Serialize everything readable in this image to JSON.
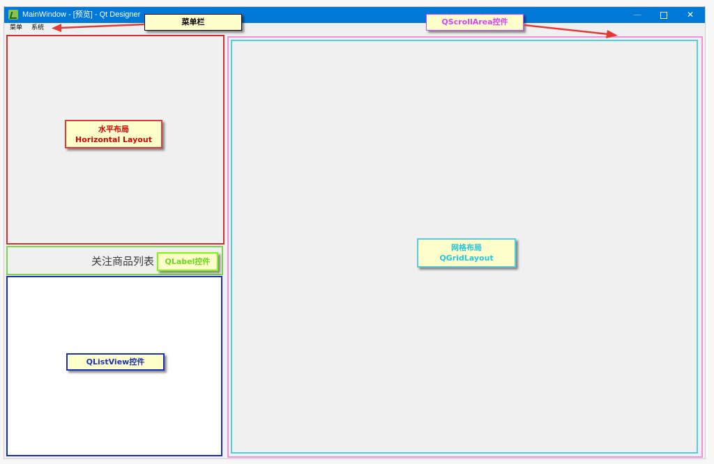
{
  "window": {
    "title": "MainWindow - [预览] - Qt Designer",
    "minimize_glyph": "—",
    "close_glyph": "✕"
  },
  "menubar": {
    "items": [
      {
        "label": "菜单"
      },
      {
        "label": "系统"
      }
    ]
  },
  "label_widget": {
    "text": "关注商品列表"
  },
  "annotations": {
    "menubar": "菜单栏",
    "scroll_area": "QScrollArea控件",
    "horizontal_layout_cn": "水平布局",
    "horizontal_layout_en": "Horizontal Layout",
    "qlabel": "QLabel控件",
    "qlistview": "QListView控件",
    "grid_layout_cn": "网格布局",
    "grid_layout_en": "QGridLayout"
  },
  "colors": {
    "titlebar": "#0078d7",
    "horizontal_layout": "#d32f2f",
    "label": "#7bd34f",
    "listview": "#1a2fb8",
    "scroll_area": "#f48fe0",
    "grid_layout": "#4dd0e1",
    "callout_bg": "#ffffcc",
    "arrow": "#e53935"
  },
  "icons": [
    "qt-designer-app-icon",
    "minimize-icon",
    "maximize-icon",
    "close-icon"
  ]
}
